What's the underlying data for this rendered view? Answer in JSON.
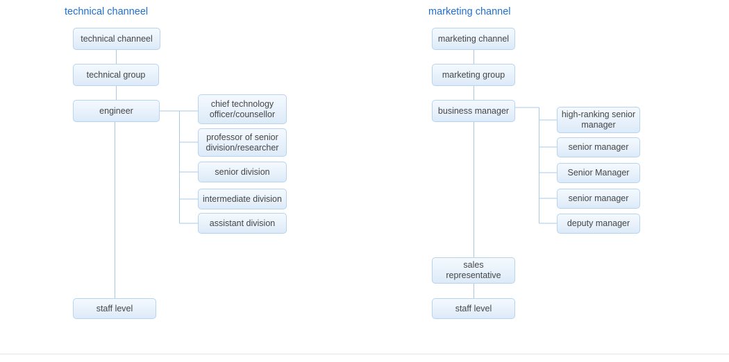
{
  "meta": {
    "diagram_type": "organizational-career-ladder-chart",
    "background_color": "#ffffff",
    "title_color": "#1f6fd0",
    "node_fill_top": "#f4f9fe",
    "node_fill_bottom": "#dceaf8",
    "node_border_color": "#b7d3ef",
    "node_text_color": "#464646",
    "connector_color": "#a9c9e8",
    "rule_color": "#e3e3e3"
  },
  "columns": [
    {
      "id": "technical",
      "title": "technical channeel",
      "root": "technical channeel",
      "group": "technical group",
      "mid": "engineer",
      "bottom": "staff level",
      "branches": [
        "chief technology officer/counsellor",
        "professor of senior division/researcher",
        "senior division",
        "intermediate division",
        "assistant division"
      ]
    },
    {
      "id": "marketing",
      "title": "marketing channel",
      "root": "marketing channel",
      "group": "marketing group",
      "mid": "business manager",
      "extra": "sales representative",
      "bottom": "staff level",
      "branches": [
        "high-ranking senior manager",
        "senior manager",
        "Senior Manager",
        "senior manager",
        "deputy manager"
      ]
    }
  ]
}
